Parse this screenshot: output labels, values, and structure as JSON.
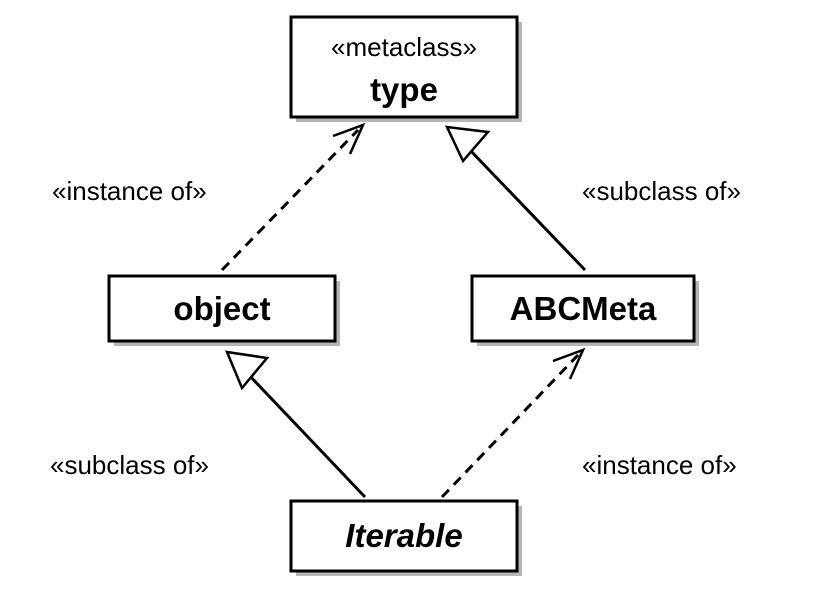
{
  "diagram": {
    "nodes": {
      "type": {
        "stereotype": "«metaclass»",
        "name": "type"
      },
      "object": {
        "name": "object"
      },
      "abcmeta": {
        "name": "ABCMeta"
      },
      "iterable": {
        "name": "Iterable"
      }
    },
    "edges": {
      "object_to_type": {
        "label": "«instance of»",
        "kind": "dependency"
      },
      "abcmeta_to_type": {
        "label": "«subclass of»",
        "kind": "generalization"
      },
      "iterable_to_object": {
        "label": "«subclass of»",
        "kind": "generalization"
      },
      "iterable_to_abcmeta": {
        "label": "«instance of»",
        "kind": "dependency"
      }
    }
  }
}
